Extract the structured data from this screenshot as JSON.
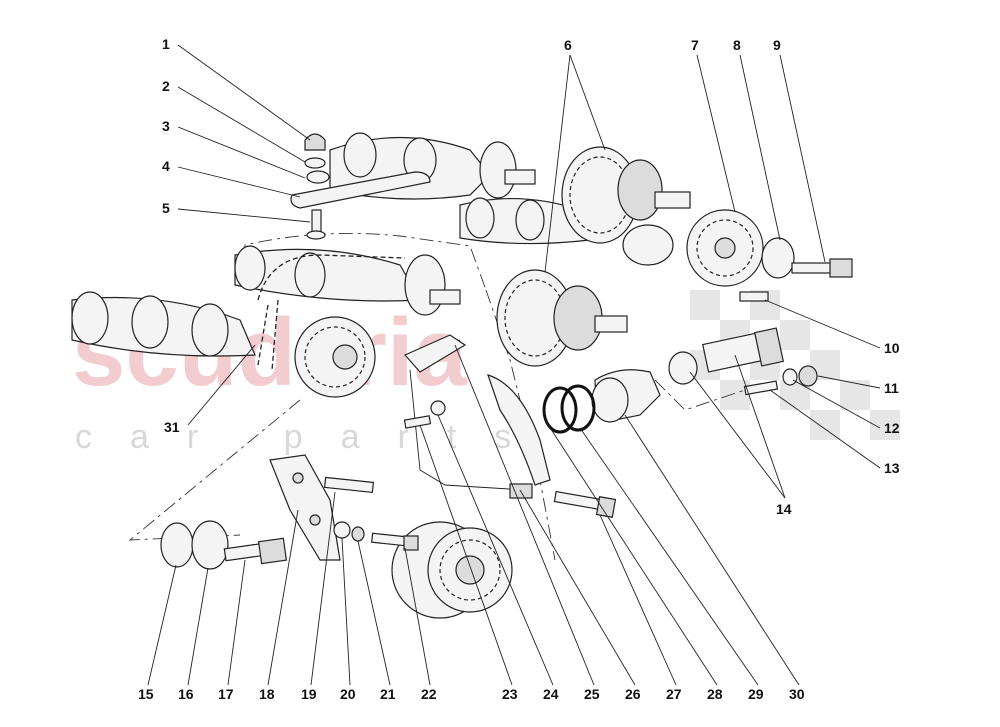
{
  "diagram": {
    "part_numbers": [
      "1",
      "2",
      "3",
      "4",
      "5",
      "6",
      "7",
      "8",
      "9",
      "10",
      "11",
      "12",
      "13",
      "14",
      "15",
      "16",
      "17",
      "18",
      "19",
      "20",
      "21",
      "22",
      "23",
      "24",
      "25",
      "26",
      "27",
      "28",
      "29",
      "30",
      "31"
    ]
  },
  "watermark": {
    "brand": "scuderia",
    "sub": "car parts"
  },
  "colors": {
    "watermark_red": "#e8a3a8",
    "watermark_grey": "#d8d8d8",
    "line": "#222222"
  }
}
